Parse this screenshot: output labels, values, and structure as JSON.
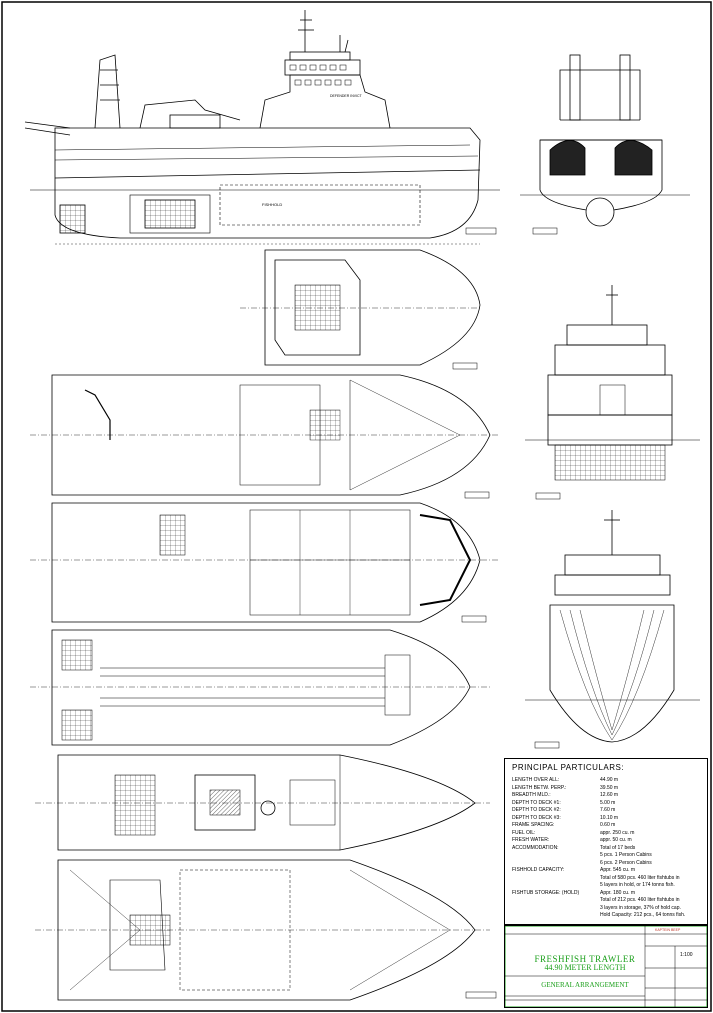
{
  "colors": {
    "line": "#000000",
    "accent": "#1ca01c",
    "titlebar": "#c0392b",
    "fill_dark": "#222222",
    "cyan": "#00a3c4"
  },
  "vessel_label": "DEFENDER INVICT",
  "hold_label": "FISHHOLD",
  "particulars": {
    "title": "PRINCIPAL PARTICULARS:",
    "rows": [
      {
        "label": "LENGTH OVER ALL:",
        "value": "44.90  m"
      },
      {
        "label": "LENGTH BETW. PERP.:",
        "value": "39.50  m"
      },
      {
        "label": "BREADTH MLD.:",
        "value": "12.60  m"
      },
      {
        "label": "DEPTH TO DECK #1:",
        "value": "5.00  m"
      },
      {
        "label": "DEPTH TO DECK #2:",
        "value": "7.60  m"
      },
      {
        "label": "DEPTH TO DECK #3:",
        "value": "10.10  m"
      },
      {
        "label": "FRAME SPACING:",
        "value": "0.60  m"
      },
      {
        "label": "FUEL OIL:",
        "value": "appr.  250 cu. m"
      },
      {
        "label": "FRESH WATER:",
        "value": "appr.   50 cu. m"
      },
      {
        "label": "ACCOMMODATION:",
        "value": "Total of 17 beds"
      },
      {
        "label": "",
        "value": "5 pcs. 1 Person Cabins"
      },
      {
        "label": "",
        "value": "6 pcs. 2 Person Cabins"
      },
      {
        "label": "FISHHOLD CAPACITY:",
        "value": "Appr. 545 cu. m"
      },
      {
        "label": "",
        "value": "Total of 580 pcs. 460 liter fishtubs in"
      },
      {
        "label": "",
        "value": "5 layers in hold, or 174 tonns fish."
      },
      {
        "label": "FISHTUB STORAGE: (HOLD)",
        "value": "Appr. 180 cu. m"
      },
      {
        "label": "",
        "value": "Total of 212 pcs. 460 liter fishtubs in"
      },
      {
        "label": "",
        "value": "3 layers in storage, 37% of hold cap."
      },
      {
        "label": "",
        "value": "Hold Capacity: 212 pcs., 64 tonns fish."
      }
    ]
  },
  "title_block": {
    "project": "KAPTEIN BEEP",
    "main_title": "FRESHFISH TRAWLER",
    "subtitle": "44.90 METER LENGTH",
    "drawing_name": "GENERAL ARRANGEMENT",
    "scale": "1:100"
  }
}
